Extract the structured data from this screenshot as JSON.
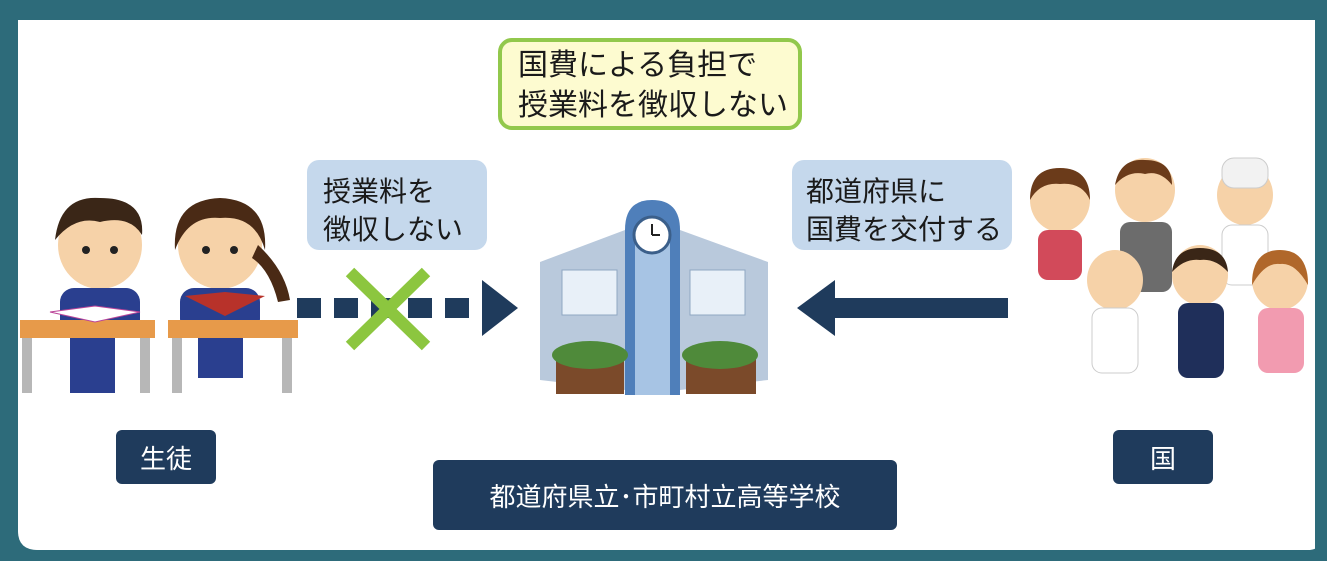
{
  "colors": {
    "frame": "#2d6b7a",
    "label_bg": "#1f3b5c",
    "bubble_bg": "#c5d8ec",
    "highlight_border": "#92c84c",
    "highlight_bg": "#fdfbd0",
    "cross": "#8cc63f",
    "arrow": "#1f3b5c"
  },
  "highlight": {
    "lines": [
      "国費による負担で",
      "授業料を徴収しない"
    ]
  },
  "left_bubble": {
    "lines": [
      "授業料を",
      "徴収しない"
    ]
  },
  "right_bubble": {
    "lines": [
      "都道府県に",
      "国費を交付する"
    ]
  },
  "labels": {
    "students": "生徒",
    "nation": "国",
    "school": "都道府県立･市町村立高等学校"
  },
  "icons": {
    "students": "students-at-desks-illustration",
    "school": "school-building-illustration",
    "nation": "people-group-illustration",
    "cross": "cross-mark-icon",
    "dotted_arrow": "dotted-arrow-right-icon",
    "solid_arrow": "solid-arrow-left-icon"
  }
}
